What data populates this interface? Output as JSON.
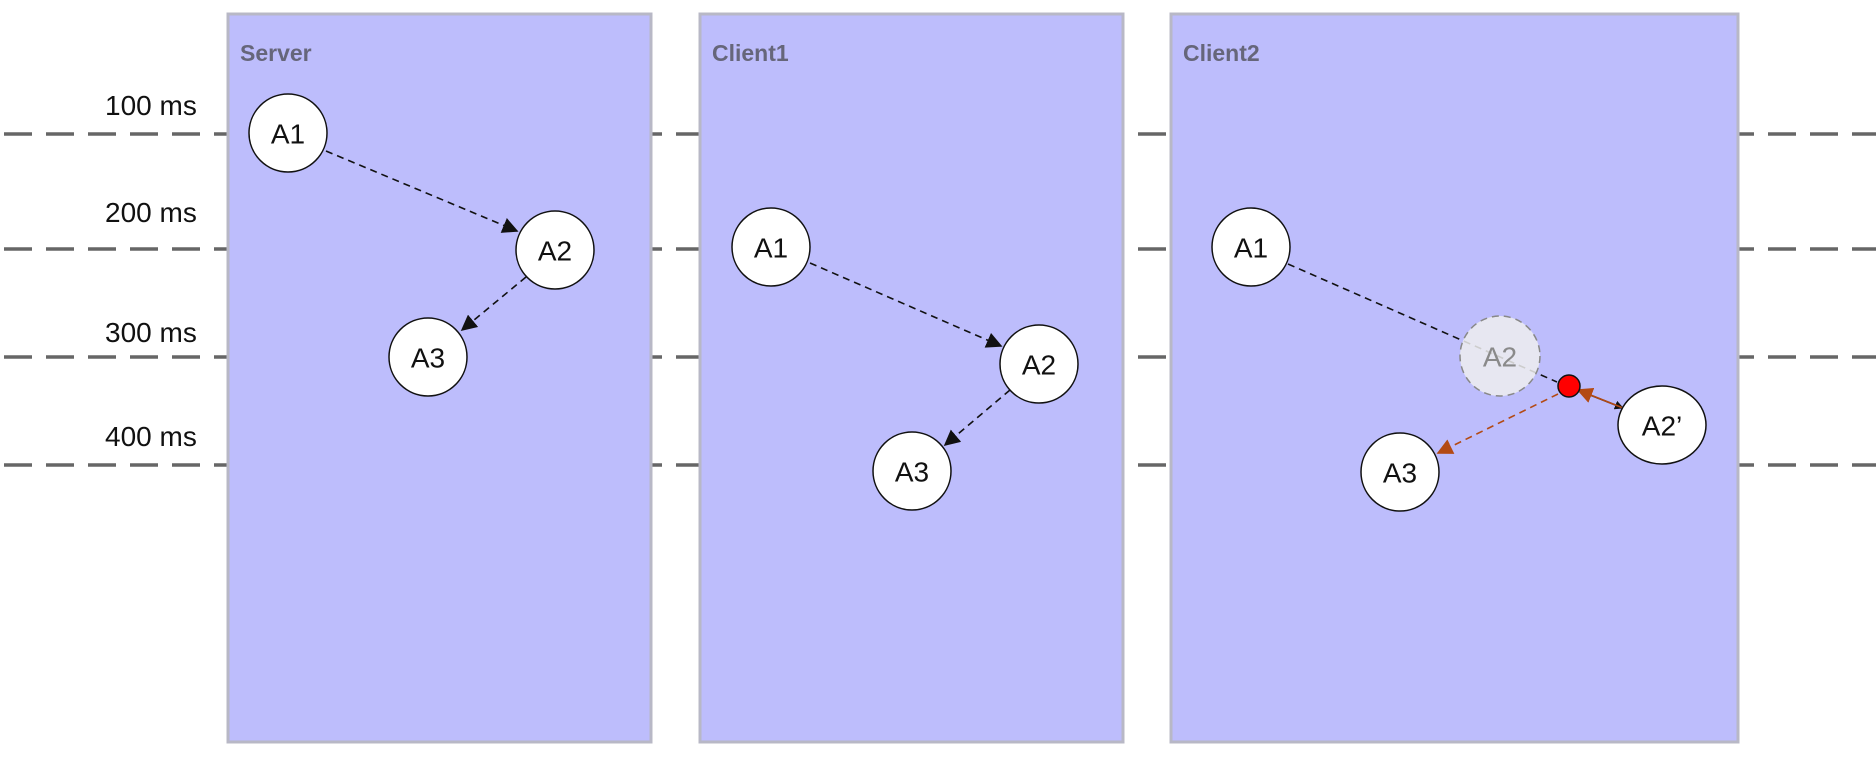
{
  "timeline": {
    "ticks": [
      {
        "label": "100 ms"
      },
      {
        "label": "200 ms"
      },
      {
        "label": "300 ms"
      },
      {
        "label": "400 ms"
      }
    ]
  },
  "panels": [
    {
      "title": "Server",
      "nodes": [
        {
          "id": "A1",
          "label": "A1"
        },
        {
          "id": "A2",
          "label": "A2"
        },
        {
          "id": "A3",
          "label": "A3"
        }
      ]
    },
    {
      "title": "Client1",
      "nodes": [
        {
          "id": "A1",
          "label": "A1"
        },
        {
          "id": "A2",
          "label": "A2"
        },
        {
          "id": "A3",
          "label": "A3"
        }
      ]
    },
    {
      "title": "Client2",
      "nodes": [
        {
          "id": "A1",
          "label": "A1"
        },
        {
          "id": "A2",
          "label": "A2",
          "state": "ghost"
        },
        {
          "id": "A2p",
          "label": "A2’"
        },
        {
          "id": "A3",
          "label": "A3"
        }
      ]
    }
  ],
  "colors": {
    "panel_fill": "#bdbdfc",
    "panel_title": "#66667a",
    "timeline": "#666666",
    "edge": "#111111",
    "correction_edge": "#b34a14",
    "divergence_marker": "#ff0000"
  }
}
